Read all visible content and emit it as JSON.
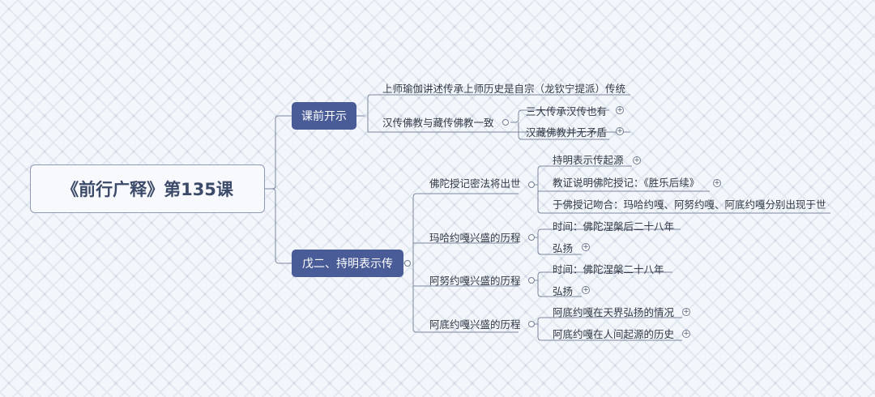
{
  "root": {
    "label": "《前行广释》第135课"
  },
  "branches": [
    {
      "label": "课前开示",
      "children": [
        {
          "label": "上师瑜伽讲述传承上师历史是自宗（龙钦宁提派）传统"
        },
        {
          "label": "汉传佛教与藏传佛教一致",
          "children": [
            {
              "label": "三大传承汉传也有"
            },
            {
              "label": "汉藏佛教并无矛盾"
            }
          ]
        }
      ]
    },
    {
      "label": "戊二、持明表示传",
      "children": [
        {
          "label": "佛陀授记密法将出世",
          "children": [
            {
              "label": "持明表示传起源"
            },
            {
              "label": "教证说明佛陀授记：《胜乐后续》"
            },
            {
              "label": "于佛授记吻合：玛哈约嘎、阿努约嘎、阿底约嘎分别出现于世"
            }
          ]
        },
        {
          "label": "玛哈约嘎兴盛的历程",
          "children": [
            {
              "label": "时间：佛陀涅槃后二十八年"
            },
            {
              "label": "弘扬"
            }
          ]
        },
        {
          "label": "阿努约嘎兴盛的历程",
          "children": [
            {
              "label": "时间：佛陀涅槃二十八年"
            },
            {
              "label": "弘扬"
            }
          ]
        },
        {
          "label": "阿底约嘎兴盛的历程",
          "children": [
            {
              "label": "阿底约嘎在天界弘扬的情况"
            },
            {
              "label": "阿底约嘎在人间起源的历史"
            }
          ]
        }
      ]
    }
  ]
}
